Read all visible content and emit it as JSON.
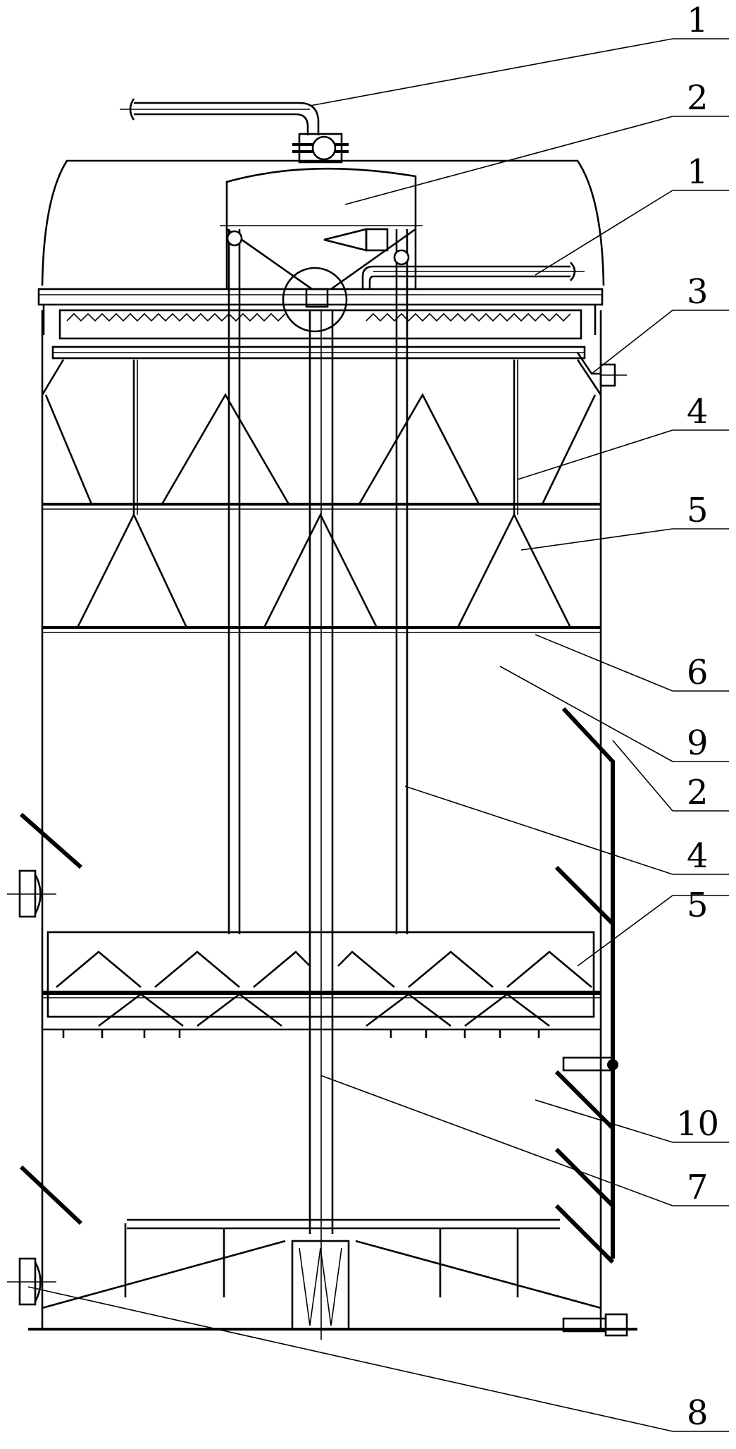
{
  "labels": [
    {
      "id": "l1a",
      "text": "1"
    },
    {
      "id": "l2a",
      "text": "2"
    },
    {
      "id": "l1b",
      "text": "1"
    },
    {
      "id": "l3",
      "text": "3"
    },
    {
      "id": "l4a",
      "text": "4"
    },
    {
      "id": "l5a",
      "text": "5"
    },
    {
      "id": "l6",
      "text": "6"
    },
    {
      "id": "l9",
      "text": "9"
    },
    {
      "id": "l2b",
      "text": "2"
    },
    {
      "id": "l4b",
      "text": "4"
    },
    {
      "id": "l5b",
      "text": "5"
    },
    {
      "id": "l10",
      "text": "10"
    },
    {
      "id": "l7",
      "text": "7"
    },
    {
      "id": "l8",
      "text": "8"
    }
  ]
}
